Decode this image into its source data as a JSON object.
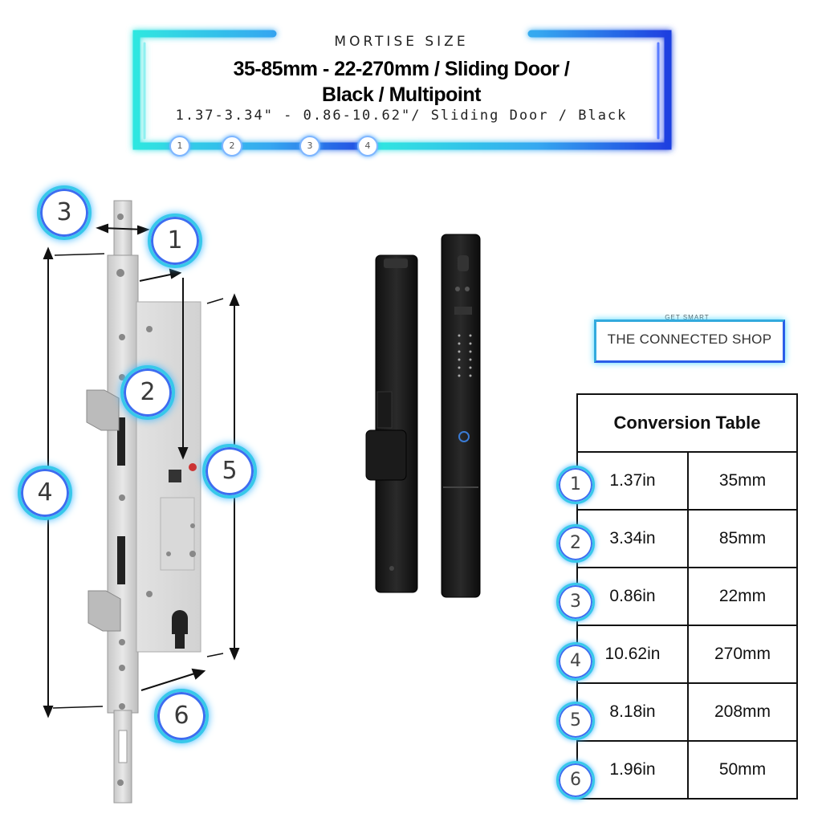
{
  "header": {
    "kicker": "MORTISE SIZE",
    "title_line1": "35-85mm - 22-270mm / Sliding Door /",
    "title_line2": "Black / Multipoint",
    "subtitle": "1.37-3.34\" - 0.86-10.62\"/ Sliding Door / Black",
    "markers": [
      "1",
      "2",
      "3",
      "4"
    ]
  },
  "diagram": {
    "badges": [
      "3",
      "1",
      "2",
      "4",
      "5",
      "6"
    ]
  },
  "logo": {
    "tagline": "GET SMART",
    "name": "THE CONNECTED SHOP"
  },
  "table": {
    "title": "Conversion Table",
    "rows": [
      {
        "n": "1",
        "inch": "1.37in",
        "mm": "35mm"
      },
      {
        "n": "2",
        "inch": "3.34in",
        "mm": "85mm"
      },
      {
        "n": "3",
        "inch": "0.86in",
        "mm": "22mm"
      },
      {
        "n": "4",
        "inch": "10.62in",
        "mm": "270mm"
      },
      {
        "n": "5",
        "inch": "8.18in",
        "mm": "208mm"
      },
      {
        "n": "6",
        "inch": "1.96in",
        "mm": "50mm"
      }
    ]
  },
  "colors": {
    "neon_cyan": "#2fe0e8",
    "neon_blue": "#1f4fe6",
    "badge_ring": "#37c8ea"
  }
}
